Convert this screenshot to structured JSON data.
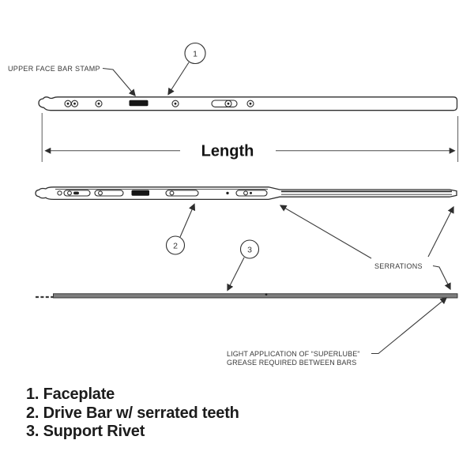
{
  "figure": {
    "stamp_label": "UPPER FACE BAR STAMP",
    "length_label": "Length",
    "serrations_label": "SERRATIONS",
    "grease_note": {
      "line1": "LIGHT APPLICATION OF “SUPERLUBE”",
      "line2": "GREASE REQUIRED BETWEEN BARS"
    },
    "callouts": [
      "1",
      "2",
      "3"
    ]
  },
  "legend": {
    "items": [
      "1. Faceplate",
      "2. Drive Bar w/ serrated teeth",
      "3. Support Rivet"
    ]
  },
  "colors": {
    "line": "#3a3a3a",
    "bar_outline": "#2e2e2e",
    "lower_bar_fill": "#7e7e7e",
    "text": "#1c1c1c"
  }
}
